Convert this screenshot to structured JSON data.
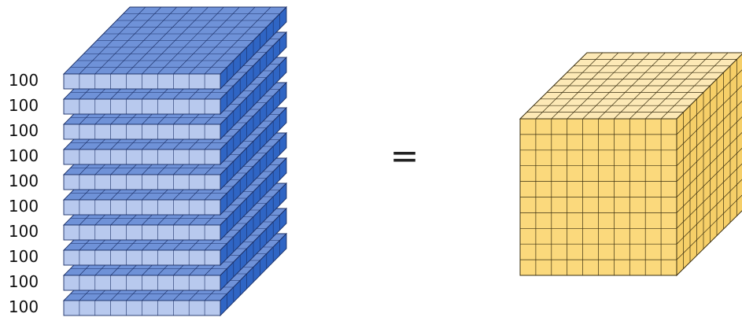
{
  "left_group": {
    "flat_labels": [
      "100",
      "100",
      "100",
      "100",
      "100",
      "100",
      "100",
      "100",
      "100",
      "100"
    ],
    "flat_count": 10,
    "grid_units": 10,
    "colors": {
      "front": "#b8c9ee",
      "top": "#6f92d8",
      "side": "#2f65c4",
      "line": "#1b2f66"
    }
  },
  "operator": {
    "symbol": "="
  },
  "right_group": {
    "grid_units": 10,
    "colors": {
      "front": "#fbd97c",
      "top": "#fde9b6",
      "side": "#f6cf68",
      "line": "#3a2f10"
    }
  }
}
